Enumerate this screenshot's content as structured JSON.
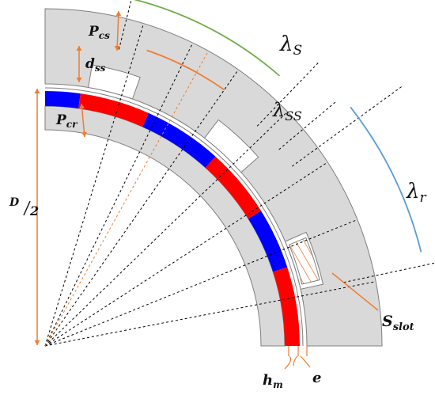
{
  "colors": {
    "iron": "#d9d9d9",
    "iron_edge": "#7f7f7f",
    "magnet_red": "#ff0000",
    "magnet_blue": "#0000ff",
    "dimension": "#ed7d31",
    "arc_stator": "#70ad47",
    "arc_rotor": "#5b9bd5",
    "guide": "#000000"
  },
  "labels": {
    "pcs": "P",
    "pcs_sub": "cs",
    "dss": "d",
    "dss_sub": "ss",
    "pcr": "P",
    "pcr_sub": "cr",
    "d_half_num": "D",
    "d_half_den": "2",
    "lambda_s": "λ",
    "lambda_s_sub": "S",
    "lambda_ss": "λ",
    "lambda_ss_sub": "SS",
    "lambda_r": "λ",
    "lambda_r_sub": "r",
    "s_slot": "S",
    "s_slot_sub": "slot",
    "hm": "h",
    "hm_sub": "m",
    "e": "e"
  },
  "icons": {
    "stator": "stator-quarter-icon",
    "rotor": "rotor-quarter-icon",
    "magnets": "permanent-magnet-segments-icon",
    "slot_winding": "hatched-slot-icon"
  }
}
